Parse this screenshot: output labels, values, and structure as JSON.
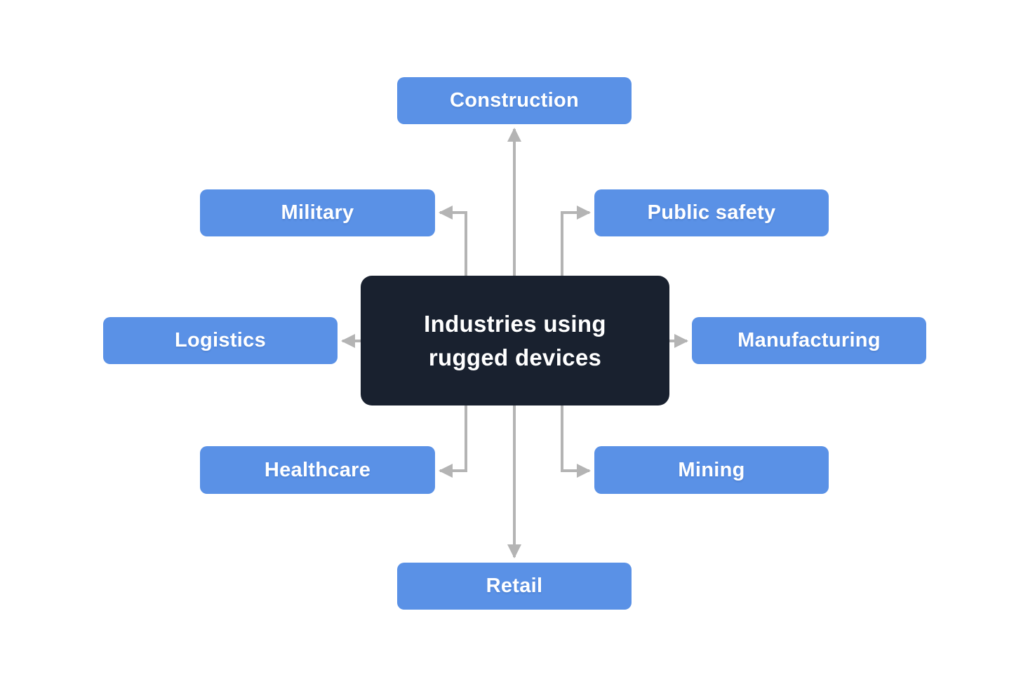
{
  "diagram": {
    "center": {
      "label_lines": [
        "Industries using",
        "rugged devices"
      ]
    },
    "nodes": {
      "construction": "Construction",
      "military": "Military",
      "public_safety": "Public safety",
      "logistics": "Logistics",
      "manufacturing": "Manufacturing",
      "healthcare": "Healthcare",
      "mining": "Mining",
      "retail": "Retail"
    },
    "colors": {
      "node_fill": "#5a91e6",
      "center_fill": "#19212f",
      "connector": "#b4b4b4",
      "label_text": "#ffffff",
      "background": "#ffffff"
    }
  }
}
